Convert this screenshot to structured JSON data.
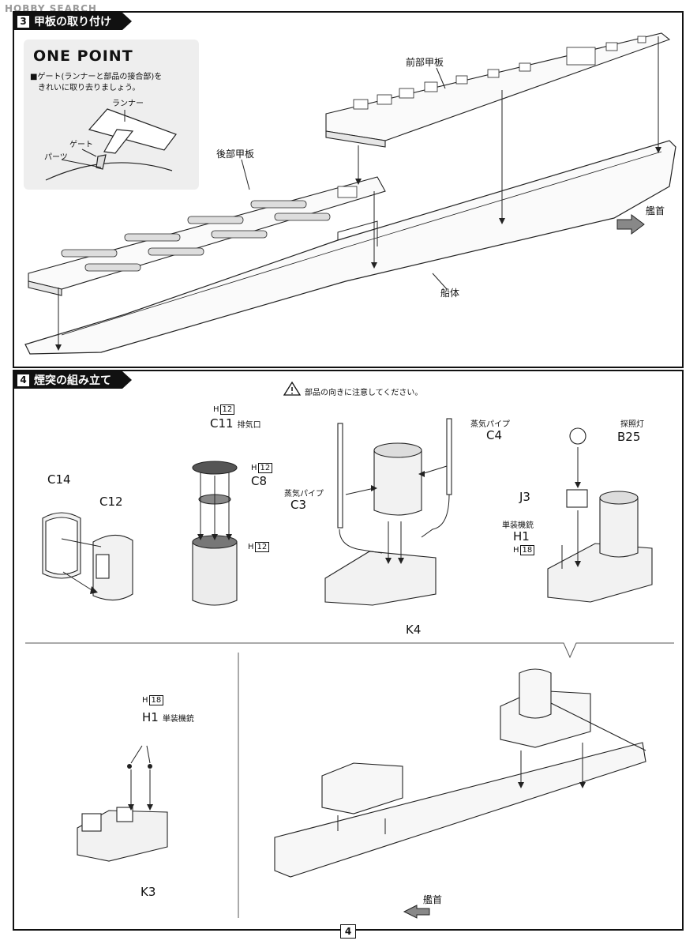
{
  "watermark": "HOBBY SEARCH",
  "page_number": "4",
  "step3": {
    "number": "3",
    "title": "甲板の取り付け",
    "one_point": {
      "title": "ONE POINT",
      "text_line1": "■ゲート(ランナーと部品の接合部)を",
      "text_line2": "きれいに取り去りましょう。",
      "label_runner": "ランナー",
      "label_gate": "ゲート",
      "label_parts": "パーツ"
    },
    "label_front_deck": "前部甲板",
    "label_rear_deck": "後部甲板",
    "label_hull": "船体",
    "label_bow": "艦首"
  },
  "step4": {
    "number": "4",
    "title": "煙突の組み立て",
    "caution": "部品の向きに注意してください。",
    "parts": {
      "c14": "C14",
      "c12": "C12",
      "h12_a": "H",
      "h12_a_num": "12",
      "c11": "C11",
      "exhaust": "排気口",
      "h12_b": "H",
      "h12_b_num": "12",
      "c8": "C8",
      "h12_c": "H",
      "h12_c_num": "12",
      "steam_pipe_c3": "蒸気パイプ",
      "c3": "C3",
      "steam_pipe_c4": "蒸気パイプ",
      "c4": "C4",
      "k4": "K4",
      "searchlight": "探照灯",
      "b25": "B25",
      "j3": "J3",
      "single_mg_a": "単装機銃",
      "h1_a": "H1",
      "h18_a": "H",
      "h18_a_num": "18",
      "h18_b": "H",
      "h18_b_num": "18",
      "h1_b": "H1",
      "single_mg_b": "単装機銃",
      "k3": "K3",
      "label_bow": "艦首"
    }
  }
}
